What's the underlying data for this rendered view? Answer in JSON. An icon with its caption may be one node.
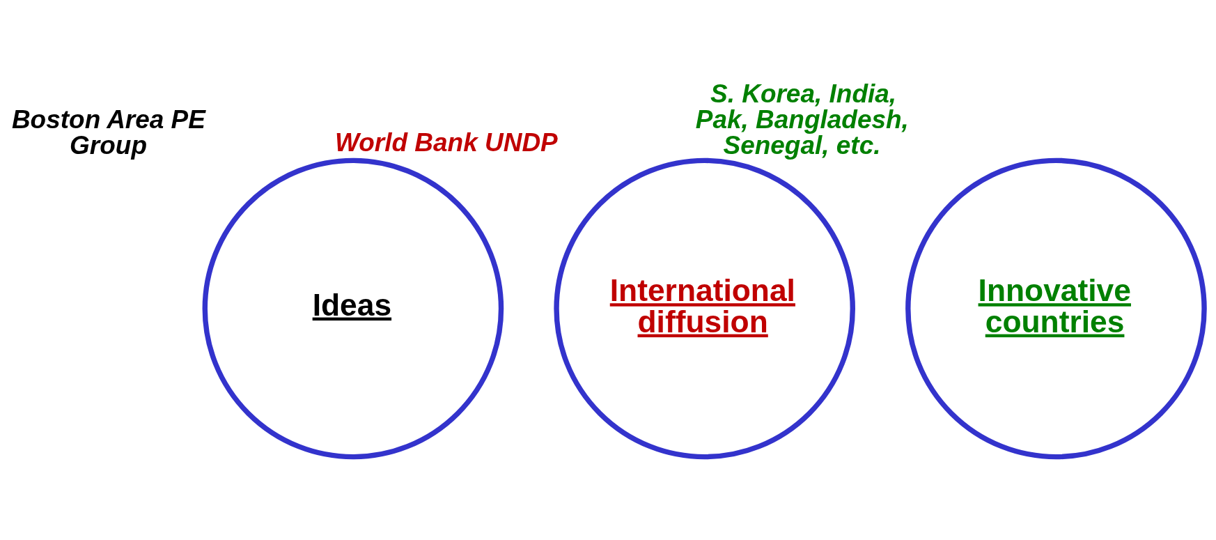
{
  "diagram": {
    "nodes": [
      {
        "text": [
          "Ideas"
        ],
        "beside": [
          "Boston Area PE Group"
        ]
      },
      {
        "text": [
          "International diffusion"
        ],
        "beside": [
          "World Bank UNDP"
        ]
      },
      {
        "text": [
          "Innovative countries"
        ],
        "beside": [
          "S. Korea, India, Pak, Bangladesh, Senegal, etc."
        ]
      }
    ]
  }
}
